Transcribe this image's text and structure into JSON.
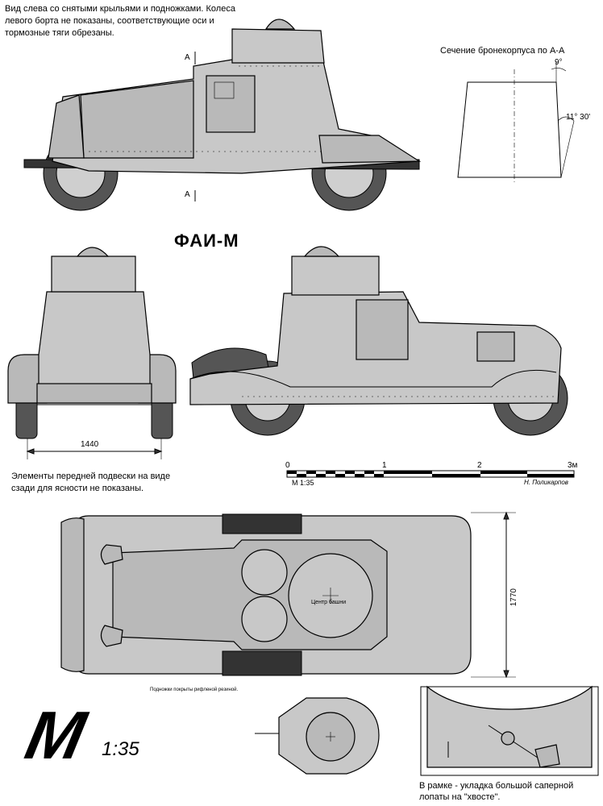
{
  "title": "ФАИ-М",
  "notes": {
    "left_view": "Вид слева со снятыми крыльями и подножками. Колеса левого борта не показаны, соответствующие оси и тормозные тяги обрезаны.",
    "section": "Сечение бронекорпуса по А-А",
    "suspension": "Элементы передней подвески на виде сзади для ясности не показаны.",
    "steps": "Подножки покрыты рифленой резиной.",
    "frame": "В рамке - укладка большой саперной лопаты на \"хвосте\"."
  },
  "section_marks": {
    "top": "A",
    "bottom": "A"
  },
  "angles": {
    "top": "9°",
    "side": "11° 30'"
  },
  "dimensions": {
    "width": "1440",
    "length": "1770"
  },
  "scale": {
    "ticks": [
      "0",
      "1",
      "2",
      "3м"
    ],
    "label": "М 1:35",
    "author": "Н. Поликарпов"
  },
  "turret_center": "Центр башни",
  "logo": {
    "letter": "M",
    "scale": "1:35"
  }
}
